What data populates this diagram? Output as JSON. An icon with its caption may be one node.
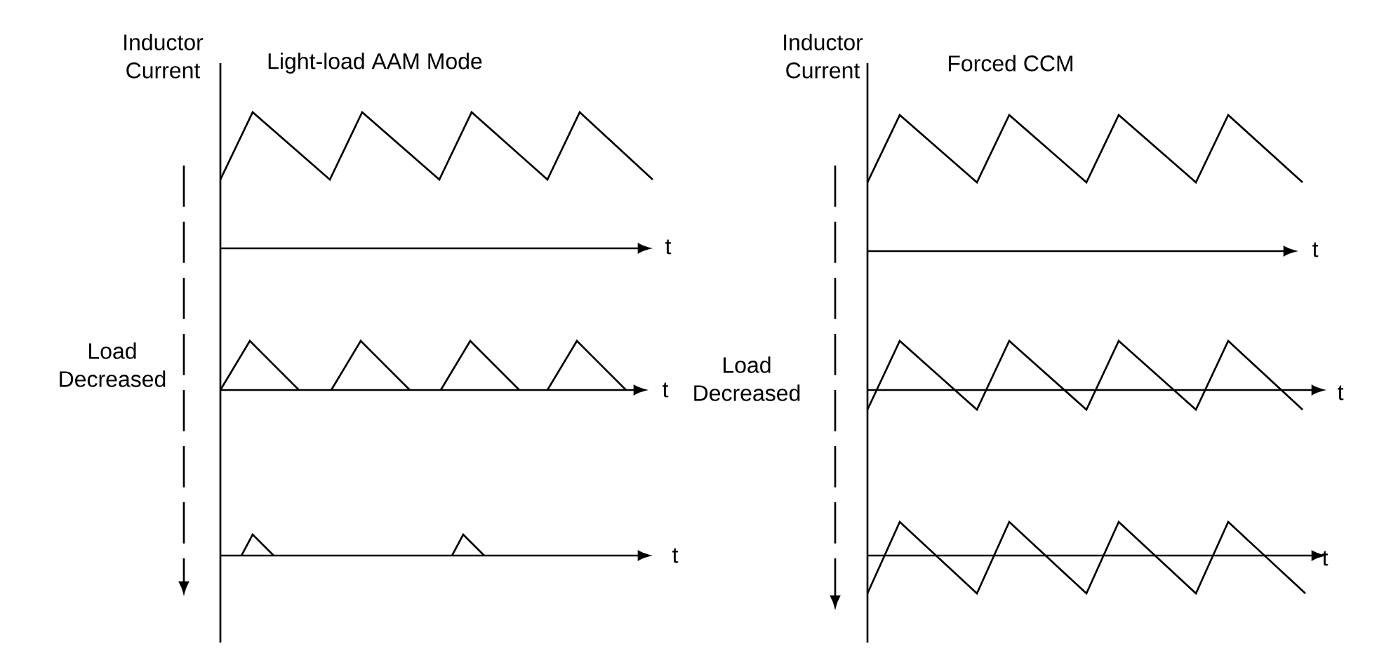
{
  "diagram": {
    "labels": [
      "Inductor Current",
      "Light-load AAM Mode",
      "Inductor Current",
      "Forced CCM",
      "t",
      "t",
      "Load Decreased",
      "t",
      "Load Decreased",
      "t",
      "t",
      "t"
    ]
  }
}
